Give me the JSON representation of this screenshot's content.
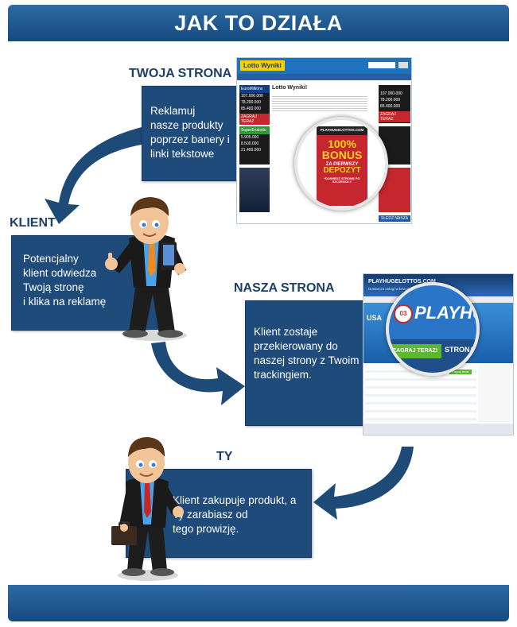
{
  "header": {
    "title": "JAK TO DZIAŁA"
  },
  "steps": {
    "site": {
      "label": "TWOJA STRONA",
      "lines": [
        "Reklamuj",
        "nasze produkty",
        "poprzez banery i",
        "linki tekstowe"
      ]
    },
    "client": {
      "label": "KLIENT",
      "lines": [
        "Potencjalny",
        "klient odwiedza",
        "Twoją stronę",
        "i klika na reklamę"
      ]
    },
    "our_site": {
      "label": "NASZA STRONA",
      "lines": [
        "Klient zostaje",
        "przekierowany do",
        "naszej strony z Twoim",
        "trackingiem."
      ]
    },
    "you": {
      "label": "TY",
      "lines": [
        "Klient zakupuje produkt, a",
        "Ty zarabiasz od",
        "tego prowizję."
      ]
    }
  },
  "screenshot_site": {
    "logo": "Lotto Wyniki",
    "heading": "Lotto Wyniki!",
    "banner": {
      "brand": "PLAYHUGELOTTOS.COM",
      "line1": "100%",
      "line2": "BONUS",
      "line3": "ZA PIERWSZY",
      "line4": "DEPOZYT",
      "line5": "*DOWIEDŹ STRONĘ PO SZCZEGÓŁY"
    },
    "side_title_left": "EuroMillions",
    "side_title_left2": "SuperEnalotto",
    "left_button": "ZAGRAJ TERAZ",
    "jackpots_left": [
      "107.000.000",
      "78.200.000",
      "85.400.000"
    ],
    "jackpots_right": [
      "107.000.000",
      "78.200.000",
      "85.400.000"
    ],
    "left_jackpots_2": [
      "5.905.000",
      "8.500.000",
      "21.400.000"
    ],
    "right_button": "ZAGRAJ TERAZ",
    "bottom_button": "SLEDŹ NASZA"
  },
  "screenshot_ours": {
    "logo": "PLAYHUGELOTTOS.COM",
    "tagline": "Dostarcza usługi w bezpiecznym",
    "magnified_logo": "PLAYHUG",
    "ball_number": "03",
    "cta_button": "ZAGRAJ TERAZ!",
    "cta_next": "STRONA",
    "left_text": "USA",
    "play_button": "Zagraj teraz"
  },
  "colors": {
    "header": "#1f5a94",
    "box": "#1f4b7a",
    "arrow": "#1e4a78",
    "label": "#1d3f66",
    "green": "#5cb82c",
    "banner_red": "#c6262e",
    "banner_yellow": "#ffd21e"
  }
}
